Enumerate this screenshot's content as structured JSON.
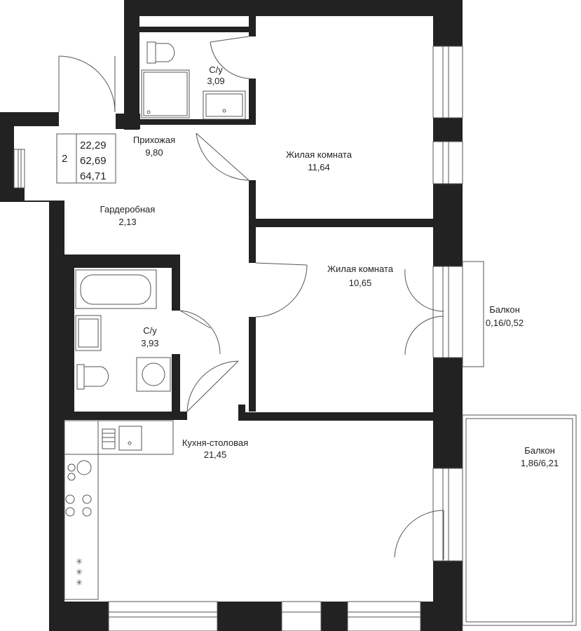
{
  "summary": {
    "rooms": "2",
    "living_area": "22,29",
    "total_area": "62,69",
    "total_area_with_balconies": "64,71"
  },
  "rooms": {
    "bathroom_top": {
      "name": "С/у",
      "area": "3,09"
    },
    "hallway": {
      "name": "Прихожая",
      "area": "9,80"
    },
    "living_room_1": {
      "name": "Жилая комната",
      "area": "11,64"
    },
    "wardrobe": {
      "name": "Гардеробная",
      "area": "2,13"
    },
    "living_room_2": {
      "name": "Жилая комната",
      "area": "10,65"
    },
    "bathroom_bottom": {
      "name": "С/у",
      "area": "3,93"
    },
    "balcony_small": {
      "name": "Балкон",
      "area": "0,16/0,52"
    },
    "kitchen": {
      "name": "Кухня-столовая",
      "area": "21,45"
    },
    "balcony_large": {
      "name": "Балкон",
      "area": "1,86/6,21"
    }
  },
  "colors": {
    "wall": "#222222",
    "line": "#555555",
    "background": "#ffffff"
  }
}
